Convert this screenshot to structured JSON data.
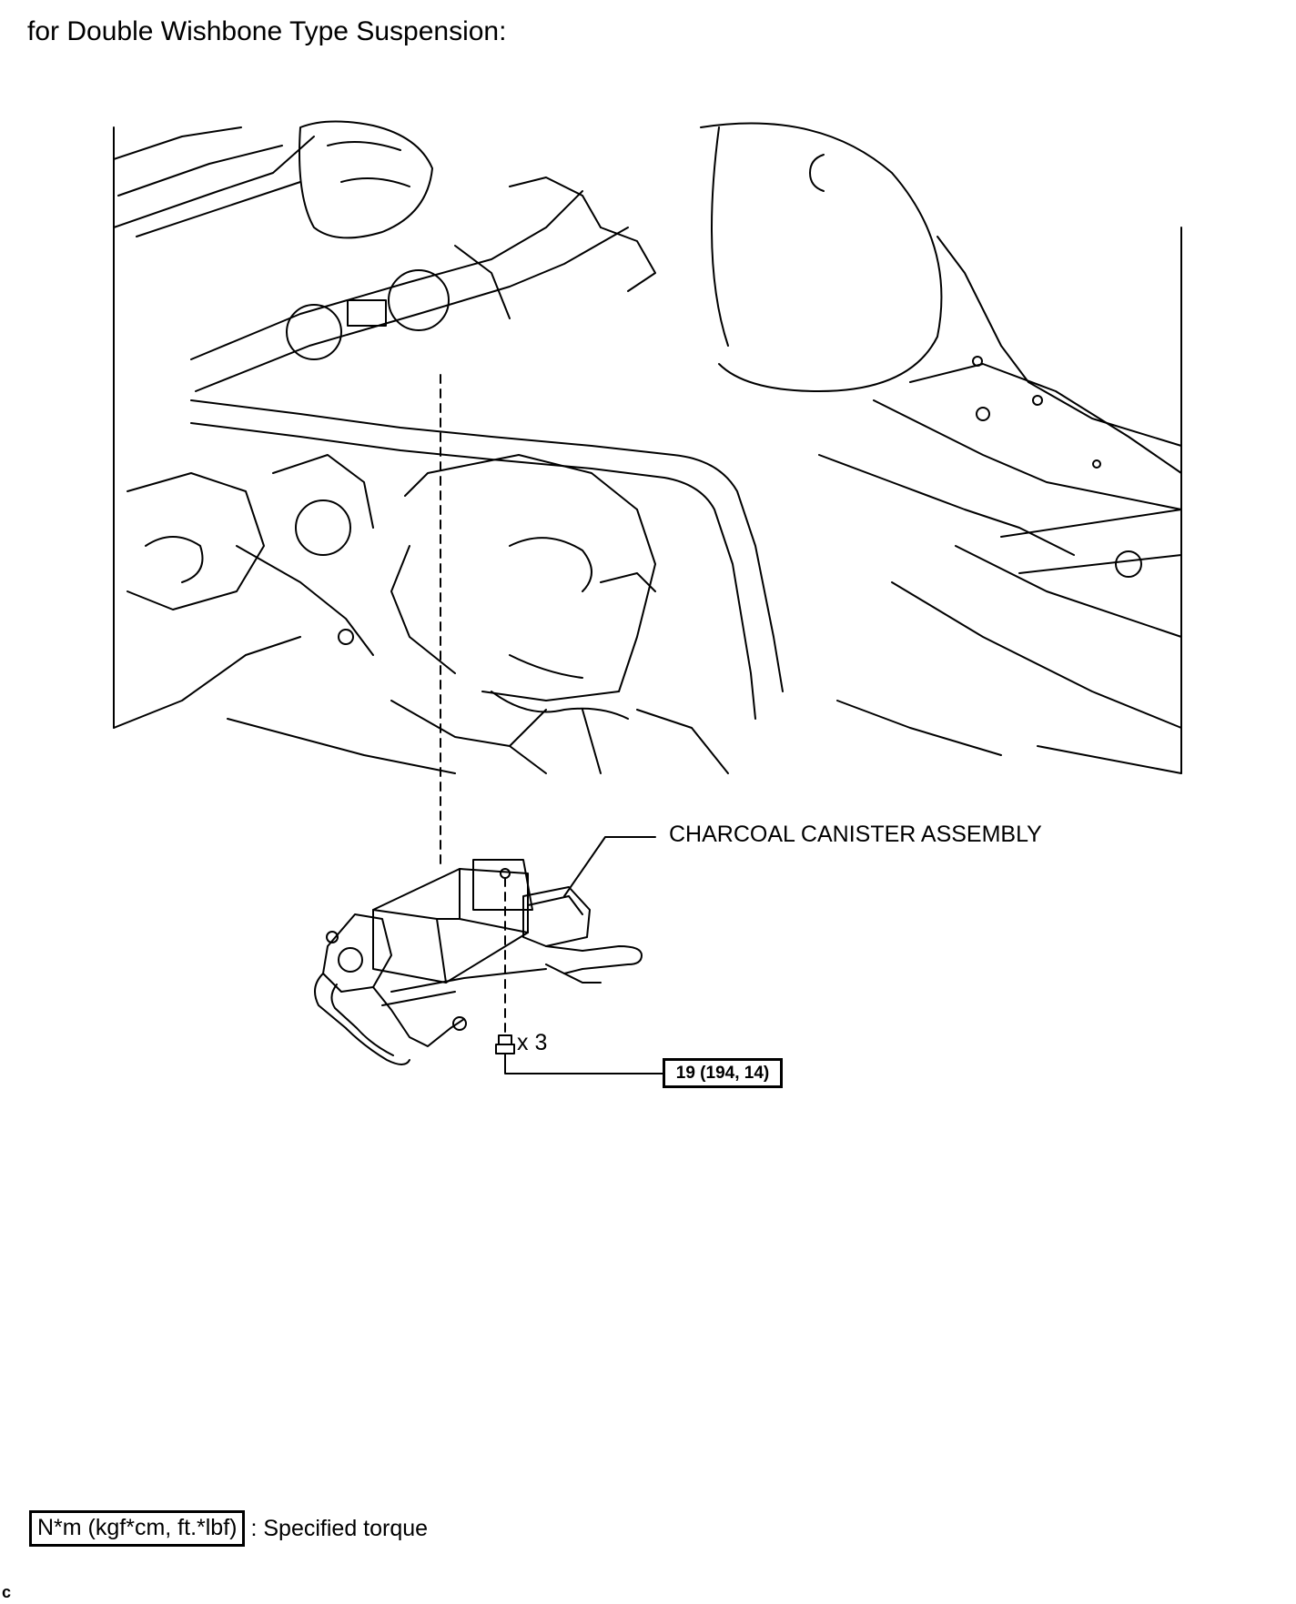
{
  "title": "for Double Wishbone Type Suspension:",
  "callouts": {
    "canister_label": "CHARCOAL CANISTER ASSEMBLY",
    "bolt_qty": "x 3",
    "torque_value": "19 (194, 14)"
  },
  "legend": {
    "box_text": "N*m (kgf*cm, ft.*lbf)",
    "description": ": Specified torque"
  },
  "figure_code": "c",
  "colors": {
    "line": "#000000",
    "background": "#ffffff"
  }
}
